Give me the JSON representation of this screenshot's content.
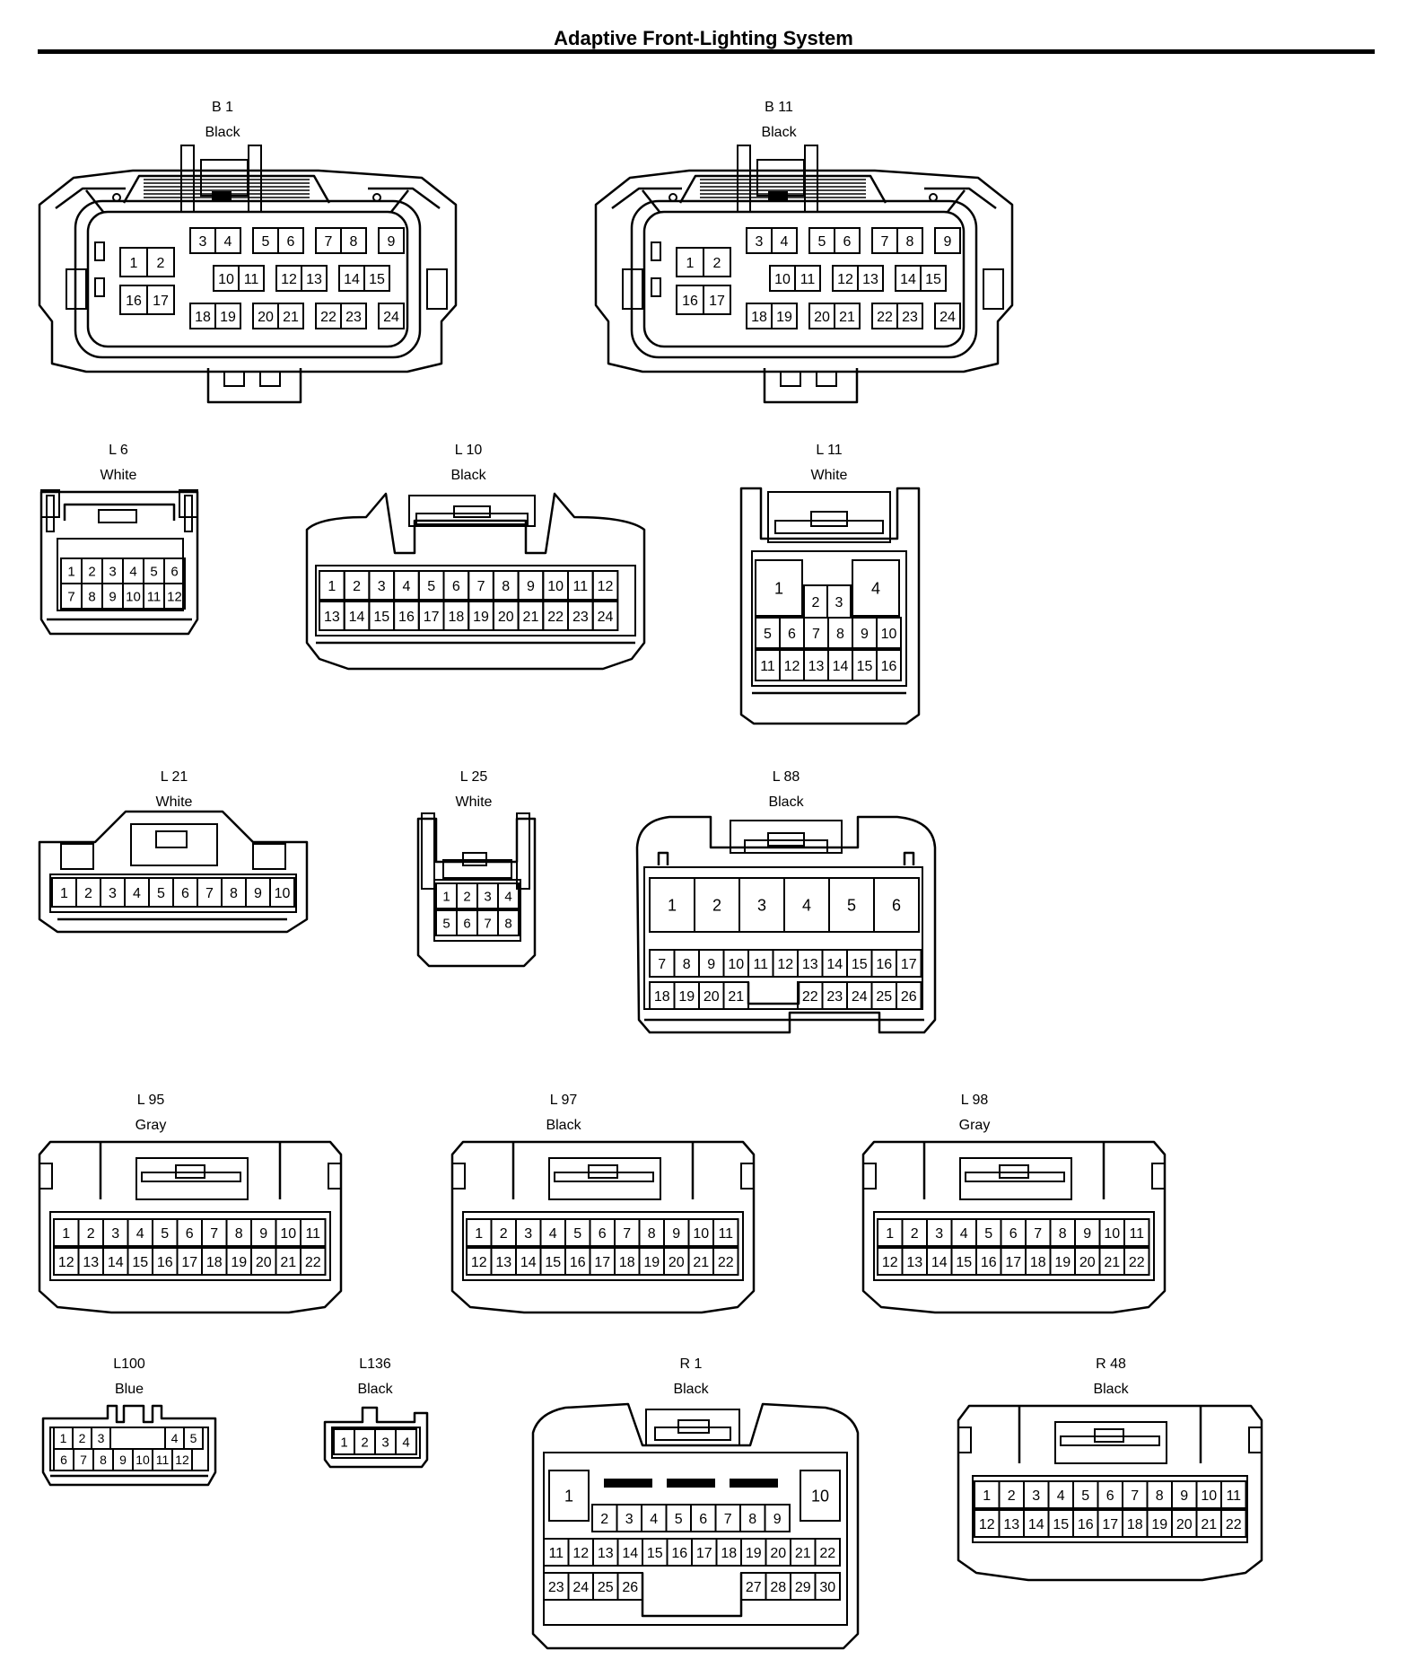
{
  "title": "Adaptive Front-Lighting System",
  "connectors": [
    {
      "id": "B 1",
      "color": "Black"
    },
    {
      "id": "B 11",
      "color": "Black"
    },
    {
      "id": "L 6",
      "color": "White"
    },
    {
      "id": "L 10",
      "color": "Black"
    },
    {
      "id": "L 11",
      "color": "White"
    },
    {
      "id": "L 21",
      "color": "White"
    },
    {
      "id": "L 25",
      "color": "White"
    },
    {
      "id": "L 88",
      "color": "Black"
    },
    {
      "id": "L 95",
      "color": "Gray"
    },
    {
      "id": "L 97",
      "color": "Black"
    },
    {
      "id": "L 98",
      "color": "Gray"
    },
    {
      "id": "L100",
      "color": "Blue"
    },
    {
      "id": "L136",
      "color": "Black"
    },
    {
      "id": "R 1",
      "color": "Black"
    },
    {
      "id": "R 48",
      "color": "Black"
    }
  ]
}
